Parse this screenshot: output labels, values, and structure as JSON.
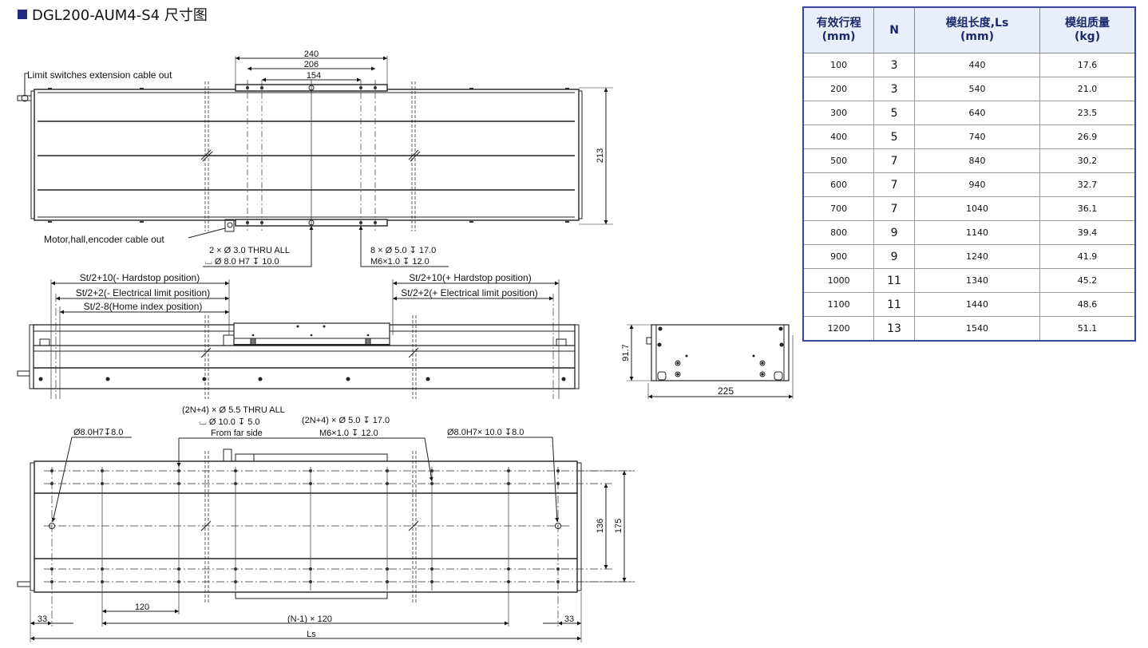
{
  "title": "DGL200-AUM4-S4 尺寸图",
  "table": {
    "headers": [
      {
        "line1": "有效行程",
        "line2": "(mm)"
      },
      {
        "line1": "N",
        "line2": ""
      },
      {
        "line1": "模组长度,Ls",
        "line2": "(mm)"
      },
      {
        "line1": "模组质量",
        "line2": "(kg)"
      }
    ],
    "rows": [
      {
        "stroke": "100",
        "n": "3",
        "ls": "440",
        "mass": "17.6"
      },
      {
        "stroke": "200",
        "n": "3",
        "ls": "540",
        "mass": "21.0"
      },
      {
        "stroke": "300",
        "n": "5",
        "ls": "640",
        "mass": "23.5"
      },
      {
        "stroke": "400",
        "n": "5",
        "ls": "740",
        "mass": "26.9"
      },
      {
        "stroke": "500",
        "n": "7",
        "ls": "840",
        "mass": "30.2"
      },
      {
        "stroke": "600",
        "n": "7",
        "ls": "940",
        "mass": "32.7"
      },
      {
        "stroke": "700",
        "n": "7",
        "ls": "1040",
        "mass": "36.1"
      },
      {
        "stroke": "800",
        "n": "9",
        "ls": "1140",
        "mass": "39.4"
      },
      {
        "stroke": "900",
        "n": "9",
        "ls": "1240",
        "mass": "41.9"
      },
      {
        "stroke": "1000",
        "n": "11",
        "ls": "1340",
        "mass": "45.2"
      },
      {
        "stroke": "1100",
        "n": "11",
        "ls": "1440",
        "mass": "48.6"
      },
      {
        "stroke": "1200",
        "n": "13",
        "ls": "1540",
        "mass": "51.1"
      }
    ]
  },
  "top_view": {
    "dim_240": "240",
    "dim_206": "206",
    "dim_154": "154",
    "dim_213": "213",
    "label_limit_cable": "Limit switches extension cable out",
    "label_motor_cable": "Motor,hall,encoder cable out",
    "hole_note_left_1": "2 × Ø 3.0 THRU ALL",
    "hole_note_left_2": "⌴ Ø 8.0 H7 ↧ 10.0",
    "hole_note_right_1": "8 × Ø 5.0 ↧ 17.0",
    "hole_note_right_2": "M6×1.0   ↧ 12.0"
  },
  "side_view": {
    "neg_hardstop": "St/2+10(- Hardstop position)",
    "neg_electrical": "St/2+2(- Electrical limit position)",
    "home_index": "St/2-8(Home index position)",
    "pos_hardstop": "St/2+10(+ Hardstop position)",
    "pos_electrical": "St/2+2(+ Electrical limit position)"
  },
  "end_view": {
    "dim_height": "91.7",
    "dim_width": "225"
  },
  "bottom_view": {
    "note_pin_left": "Ø8.0H7↧8.0",
    "note_thru_1": "(2N+4) × Ø 5.5 THRU ALL",
    "note_thru_2": "⌴ Ø 10.0 ↧ 5.0",
    "note_thru_3": "From far side",
    "note_tap_1": "(2N+4) × Ø 5.0 ↧ 17.0",
    "note_tap_2": "M6×1.0      ↧ 12.0",
    "note_pin_right": "Ø8.0H7× 10.0 ↧8.0",
    "dim_136": "136",
    "dim_175": "175",
    "dim_120": "120",
    "dim_pitch": "(N-1) × 120",
    "dim_33_left": "33",
    "dim_33_right": "33",
    "dim_ls": "Ls"
  }
}
